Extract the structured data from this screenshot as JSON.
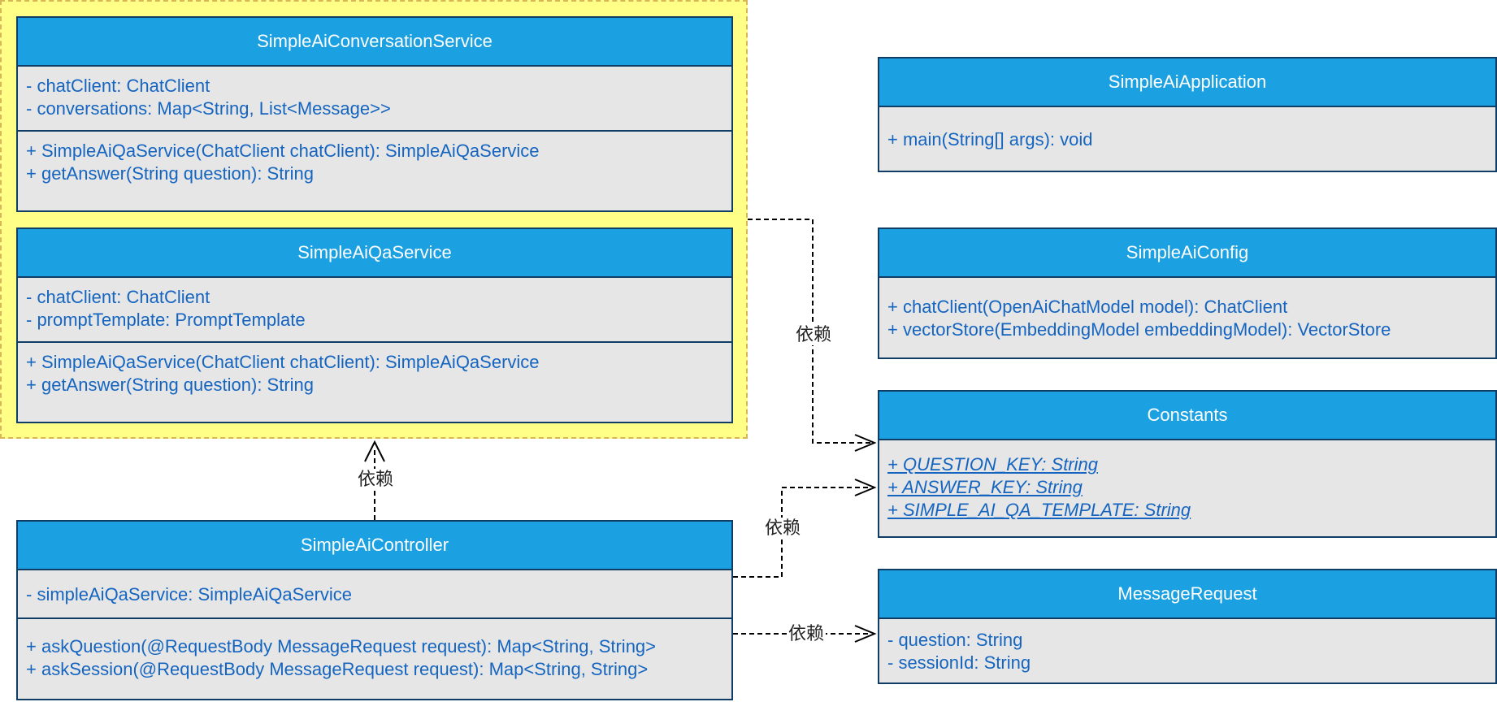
{
  "group": {
    "classes": [
      {
        "name": "SimpleAiConversationService",
        "attributes": [
          "- chatClient: ChatClient",
          "- conversations: Map<String, List<Message>>"
        ],
        "methods": [
          "+ SimpleAiQaService(ChatClient chatClient): SimpleAiQaService",
          "+ getAnswer(String question): String"
        ]
      },
      {
        "name": "SimpleAiQaService",
        "attributes": [
          "- chatClient: ChatClient",
          "- promptTemplate: PromptTemplate"
        ],
        "methods": [
          "+ SimpleAiQaService(ChatClient chatClient): SimpleAiQaService",
          "+ getAnswer(String question): String"
        ]
      }
    ]
  },
  "controller": {
    "name": "SimpleAiController",
    "attributes": [
      "- simpleAiQaService: SimpleAiQaService"
    ],
    "methods": [
      "+ askQuestion(@RequestBody MessageRequest request): Map<String, String>",
      "+ askSession(@RequestBody MessageRequest request): Map<String, String>"
    ]
  },
  "application": {
    "name": "SimpleAiApplication",
    "methods": [
      "+ main(String[] args): void"
    ]
  },
  "config": {
    "name": "SimpleAiConfig",
    "methods": [
      "+ chatClient(OpenAiChatModel model): ChatClient",
      "+ vectorStore(EmbeddingModel embeddingModel): VectorStore"
    ]
  },
  "constants": {
    "name": "Constants",
    "static_fields": [
      "+ QUESTION_KEY: String",
      "+ ANSWER_KEY: String",
      "+ SIMPLE_AI_QA_TEMPLATE: String"
    ]
  },
  "message_request": {
    "name": "MessageRequest",
    "attributes": [
      "- question: String",
      "- sessionId: String"
    ]
  },
  "edges": {
    "group_to_constants": "依赖",
    "controller_to_group": "依赖",
    "controller_to_constants": "依赖",
    "controller_to_message_request": "依赖"
  },
  "colors": {
    "header_fill": "#1ba1e2",
    "body_fill": "#e6e6e6",
    "border": "#0f3d66",
    "member_text": "#1565c0",
    "group_fill": "#ffff88",
    "group_border": "#d6b656"
  }
}
